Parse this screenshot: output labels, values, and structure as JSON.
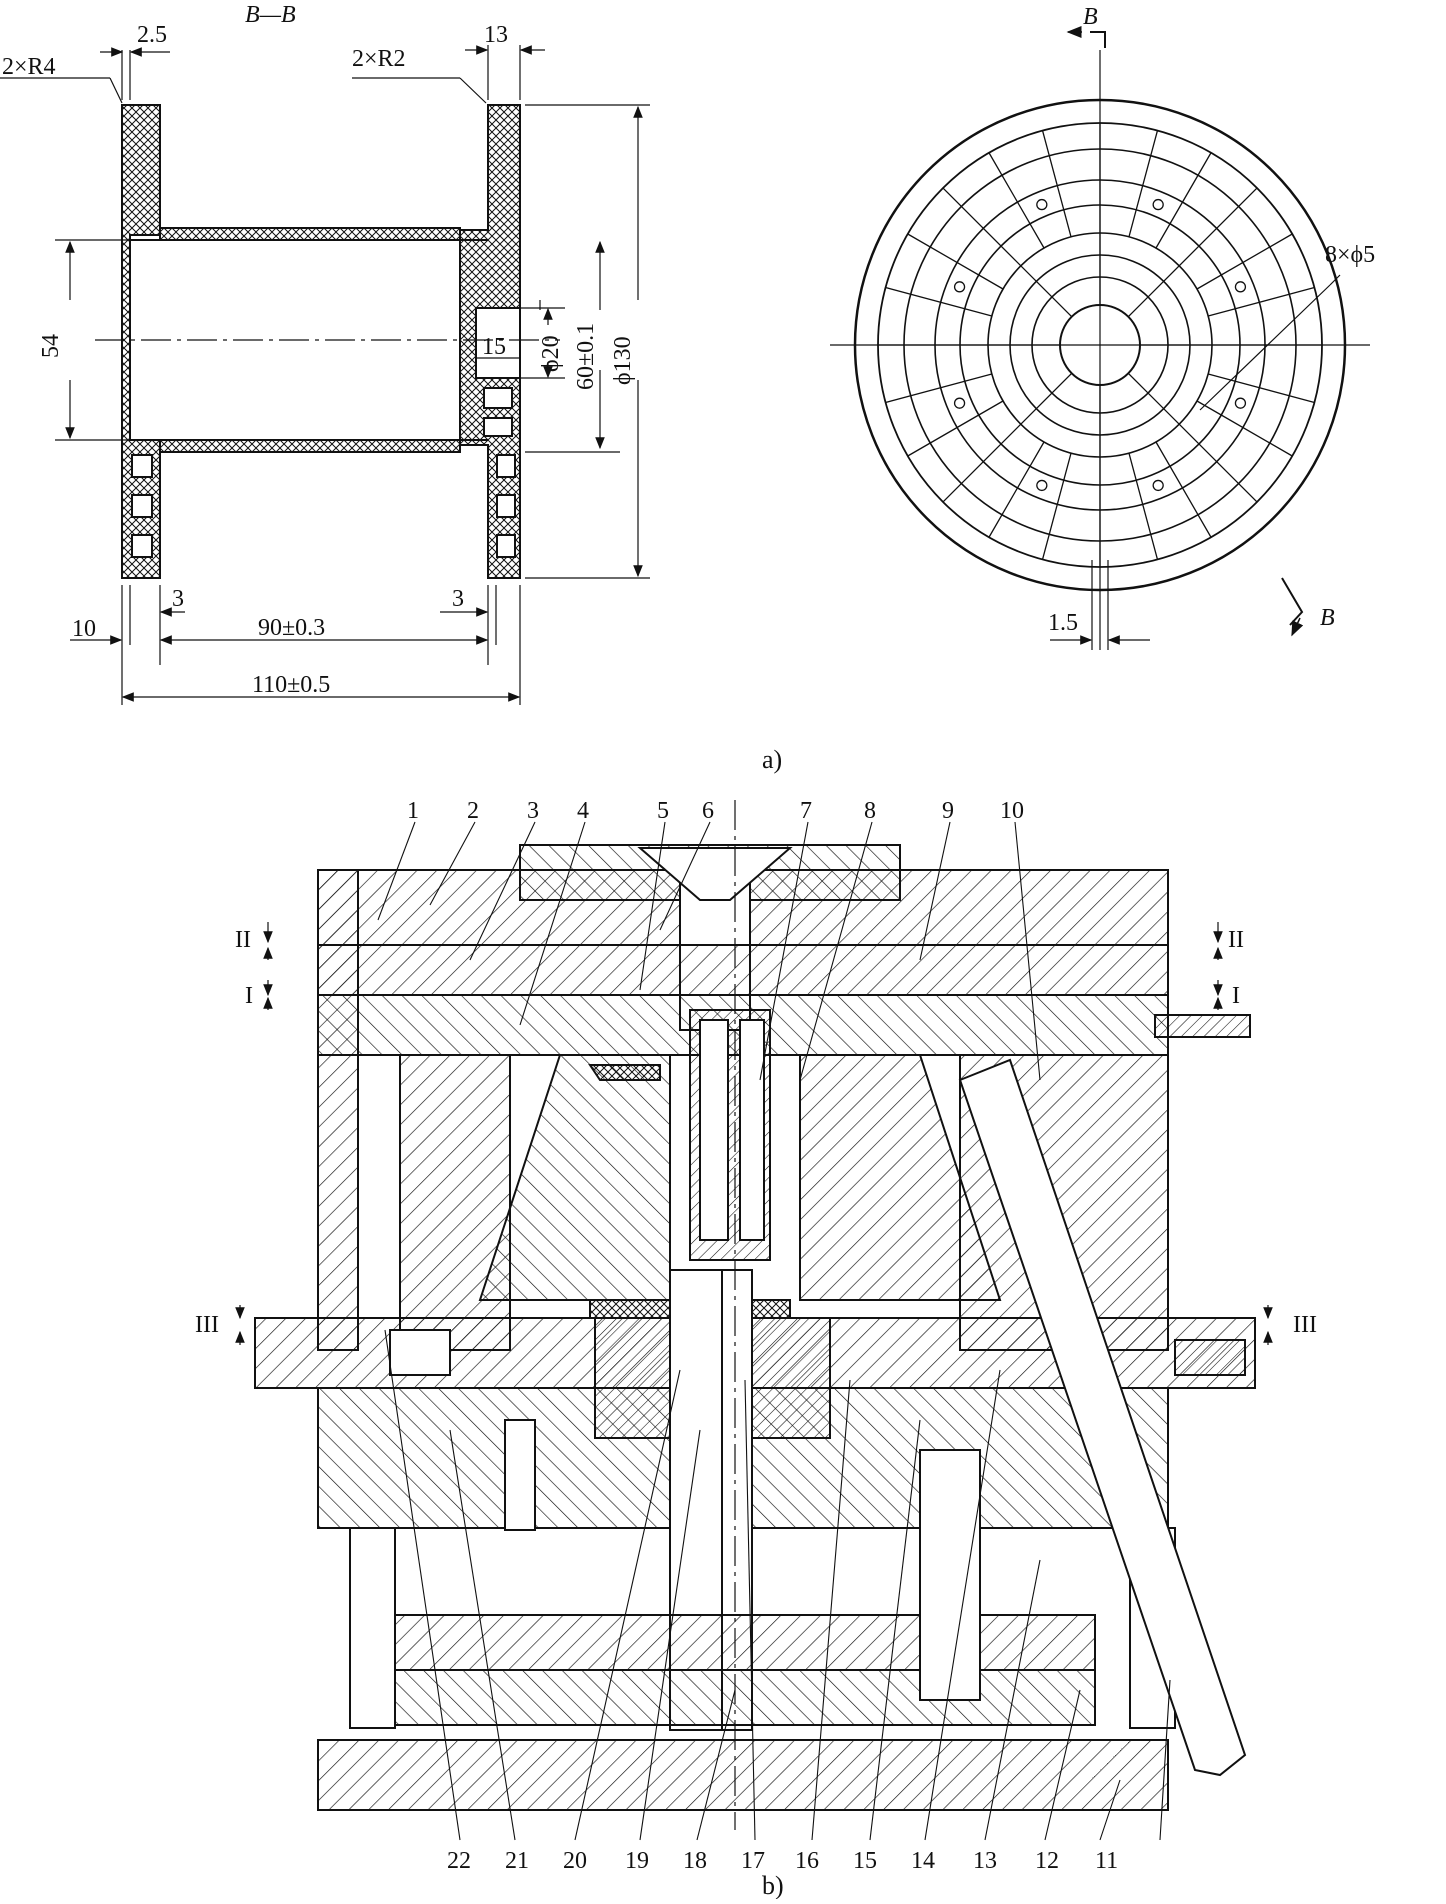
{
  "part_view": {
    "section_title": "B—B",
    "dims": {
      "r4": "2×R4",
      "r2": "2×R2",
      "d25": "2.5",
      "d13": "13",
      "d54": "54",
      "d15": "15",
      "phi20": "ϕ20",
      "d60": "60±0.1",
      "phi130": "ϕ130",
      "d10": "10",
      "d3a": "3",
      "d3b": "3",
      "d90": "90±0.3",
      "d110": "110±0.5"
    }
  },
  "end_view": {
    "b_top": "B",
    "b_bottom": "B",
    "holes": "8×ϕ5",
    "d15": "1.5"
  },
  "caption_a": "a)",
  "mold_view": {
    "top_labels": [
      "1",
      "2",
      "3",
      "4",
      "5",
      "6",
      "7",
      "8",
      "9",
      "10"
    ],
    "bottom_labels": [
      "22",
      "21",
      "20",
      "19",
      "18",
      "17",
      "16",
      "15",
      "14",
      "13",
      "12",
      "11"
    ],
    "parting": {
      "left_II": "II",
      "left_I": "I",
      "right_II": "II",
      "right_I": "I",
      "left_III": "III",
      "right_III": "III"
    }
  },
  "caption_b": "b)"
}
